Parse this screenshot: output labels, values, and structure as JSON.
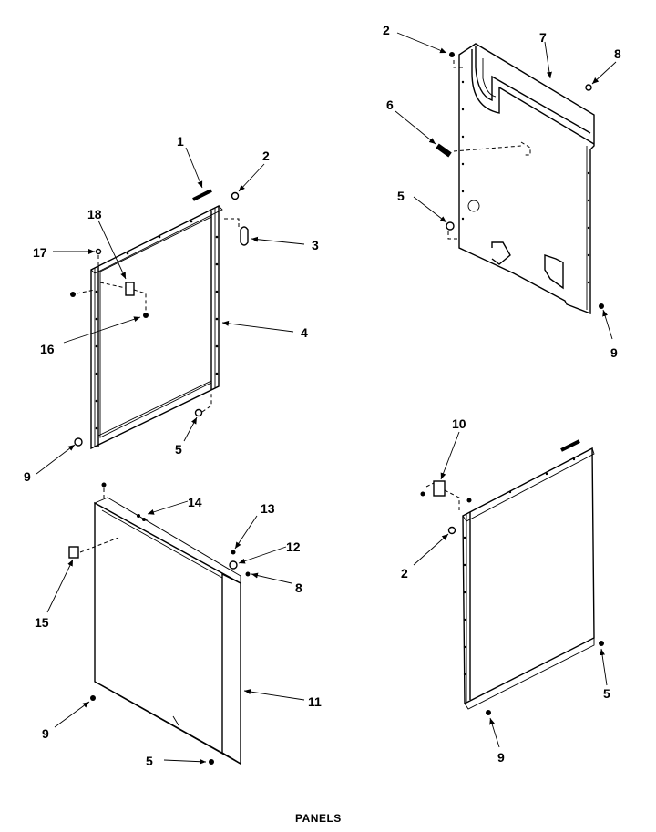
{
  "caption": "PANELS",
  "callouts": {
    "upper_left": [
      "1",
      "2",
      "3",
      "4",
      "5",
      "9",
      "16",
      "17",
      "18"
    ],
    "upper_right": [
      "2",
      "5",
      "6",
      "7",
      "8",
      "9"
    ],
    "lower_left": [
      "5",
      "8",
      "9",
      "11",
      "12",
      "13",
      "14",
      "15"
    ],
    "lower_right": [
      "2",
      "5",
      "9",
      "10"
    ]
  }
}
